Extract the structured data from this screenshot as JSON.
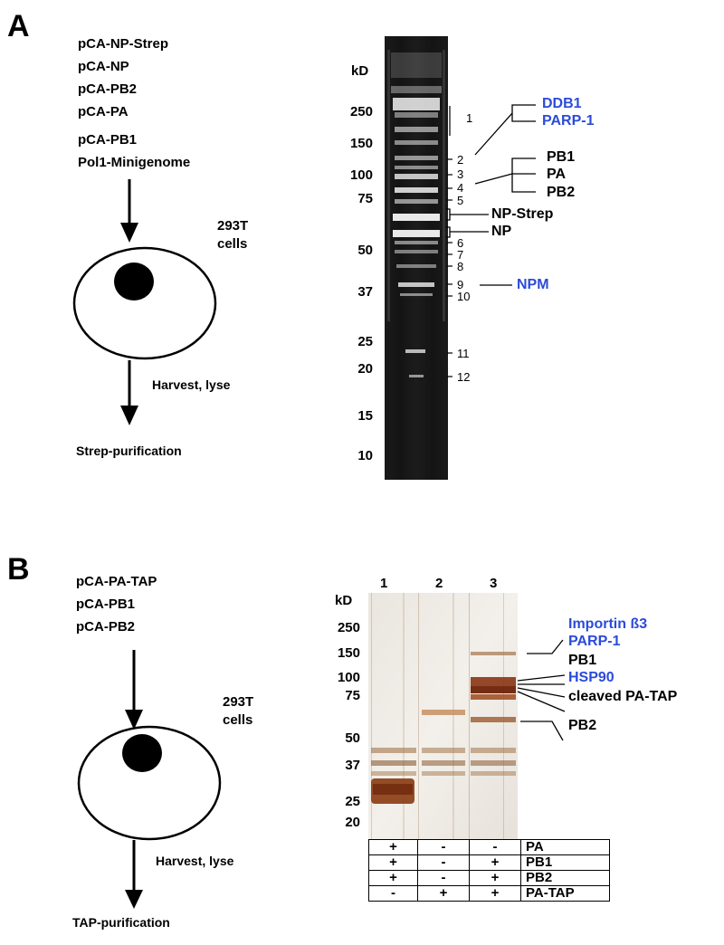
{
  "panel_a": {
    "letter": "A",
    "plasmids": [
      "pCA-NP-Strep",
      "pCA-NP",
      "pCA-PB2",
      "pCA-PA",
      "pCA-PB1",
      "Pol1-Minigenome"
    ],
    "cells_label_1": "293T",
    "cells_label_2": "cells",
    "harvest_label": "Harvest, lyse",
    "purification_label": "Strep-purification",
    "kd_label": "kD",
    "markers": [
      "250",
      "150",
      "100",
      "75",
      "50",
      "37",
      "25",
      "20",
      "15",
      "10"
    ],
    "band_numbers": [
      "1",
      "2",
      "3",
      "4",
      "5",
      "6",
      "7",
      "8",
      "9",
      "10",
      "11",
      "12"
    ],
    "proteins": {
      "ddb1": "DDB1",
      "parp1": "PARP-1",
      "pb1": "PB1",
      "pa": "PA",
      "pb2": "PB2",
      "np_strep": "NP-Strep",
      "np": "NP",
      "npm": "NPM"
    }
  },
  "panel_b": {
    "letter": "B",
    "plasmids": [
      "pCA-PA-TAP",
      "pCA-PB1",
      "pCA-PB2"
    ],
    "cells_label_1": "293T",
    "cells_label_2": "cells",
    "harvest_label": "Harvest, lyse",
    "purification_label": "TAP-purification",
    "kd_label": "kD",
    "lanes": [
      "1",
      "2",
      "3"
    ],
    "markers": [
      "250",
      "150",
      "100",
      "75",
      "50",
      "37",
      "25",
      "20"
    ],
    "proteins": {
      "importin": "Importin ß3",
      "parp1": "PARP-1",
      "pb1": "PB1",
      "hsp90": "HSP90",
      "cleaved_pa_tap": "cleaved PA-TAP",
      "pb2": "PB2"
    },
    "matrix": [
      {
        "cells": [
          "+",
          "-",
          "-"
        ],
        "label": "PA"
      },
      {
        "cells": [
          "+",
          "-",
          "+"
        ],
        "label": "PB1"
      },
      {
        "cells": [
          "+",
          "-",
          "+"
        ],
        "label": "PB2"
      },
      {
        "cells": [
          "-",
          "+",
          "+"
        ],
        "label": "PA-TAP"
      }
    ]
  }
}
